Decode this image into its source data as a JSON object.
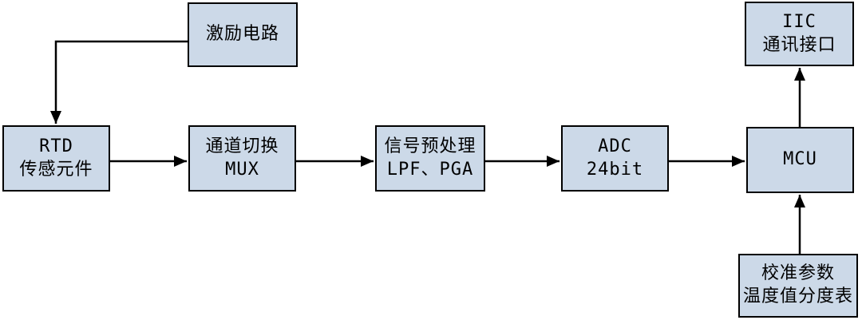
{
  "diagram": {
    "title": "RTD temperature measurement signal chain block diagram",
    "boxes": [
      {
        "id": "excitation",
        "lines": [
          "激励电路"
        ]
      },
      {
        "id": "rtd",
        "lines": [
          "RTD",
          "传感元件"
        ]
      },
      {
        "id": "mux",
        "lines": [
          "通道切换",
          "MUX"
        ]
      },
      {
        "id": "signal",
        "lines": [
          "信号预处理",
          "LPF、PGA"
        ]
      },
      {
        "id": "adc",
        "lines": [
          "ADC",
          "24bit"
        ]
      },
      {
        "id": "mcu",
        "lines": [
          "MCU"
        ]
      },
      {
        "id": "iic",
        "lines": [
          "IIC",
          "通讯接口"
        ]
      },
      {
        "id": "calibration",
        "lines": [
          "校准参数",
          "温度值分度表"
        ]
      }
    ],
    "arrows": [
      {
        "id": "excitation-to-rtd",
        "from": "excitation",
        "to": "rtd"
      },
      {
        "id": "rtd-to-mux",
        "from": "rtd",
        "to": "mux"
      },
      {
        "id": "mux-to-signal",
        "from": "mux",
        "to": "signal"
      },
      {
        "id": "signal-to-adc",
        "from": "signal",
        "to": "adc"
      },
      {
        "id": "adc-to-mcu",
        "from": "adc",
        "to": "mcu"
      },
      {
        "id": "mcu-to-iic",
        "from": "mcu",
        "to": "iic"
      },
      {
        "id": "calibration-to-mcu",
        "from": "calibration",
        "to": "mcu"
      }
    ],
    "colors": {
      "box_fill": "#ccd9e8",
      "box_border": "#000000",
      "arrow": "#000000",
      "background": "#ffffff"
    }
  }
}
